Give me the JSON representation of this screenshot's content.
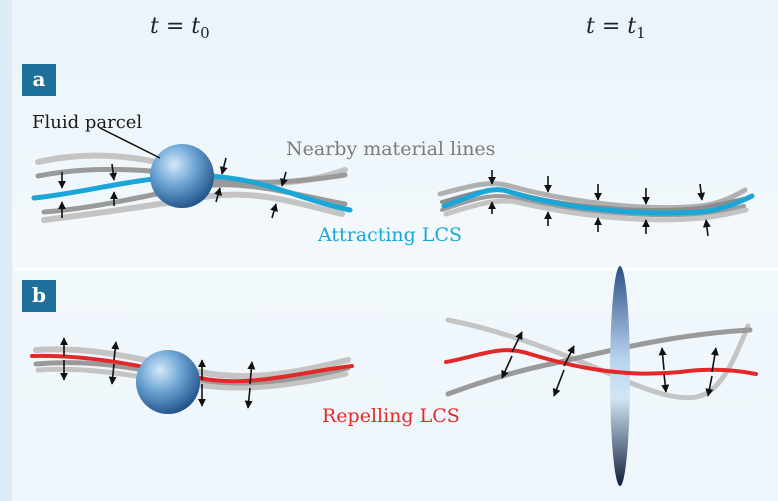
{
  "time_labels": {
    "left_var": "t",
    "left_eq": " = ",
    "left_base": "t",
    "left_sub": "0",
    "right_var": "t",
    "right_eq": " = ",
    "right_base": "t",
    "right_sub": "1"
  },
  "panels": {
    "a": {
      "badge": "a"
    },
    "b": {
      "badge": "b"
    }
  },
  "captions": {
    "fluid_parcel": "Fluid parcel",
    "nearby_lines": "Nearby material lines",
    "attracting": "Attracting LCS",
    "repelling": "Repelling LCS"
  },
  "colors": {
    "attracting": "#1aa6d6",
    "repelling": "#e2292a",
    "material_line_dark": "#8c8c8c",
    "material_line_light": "#c4c4c4",
    "badge": "#1d6f9c"
  }
}
